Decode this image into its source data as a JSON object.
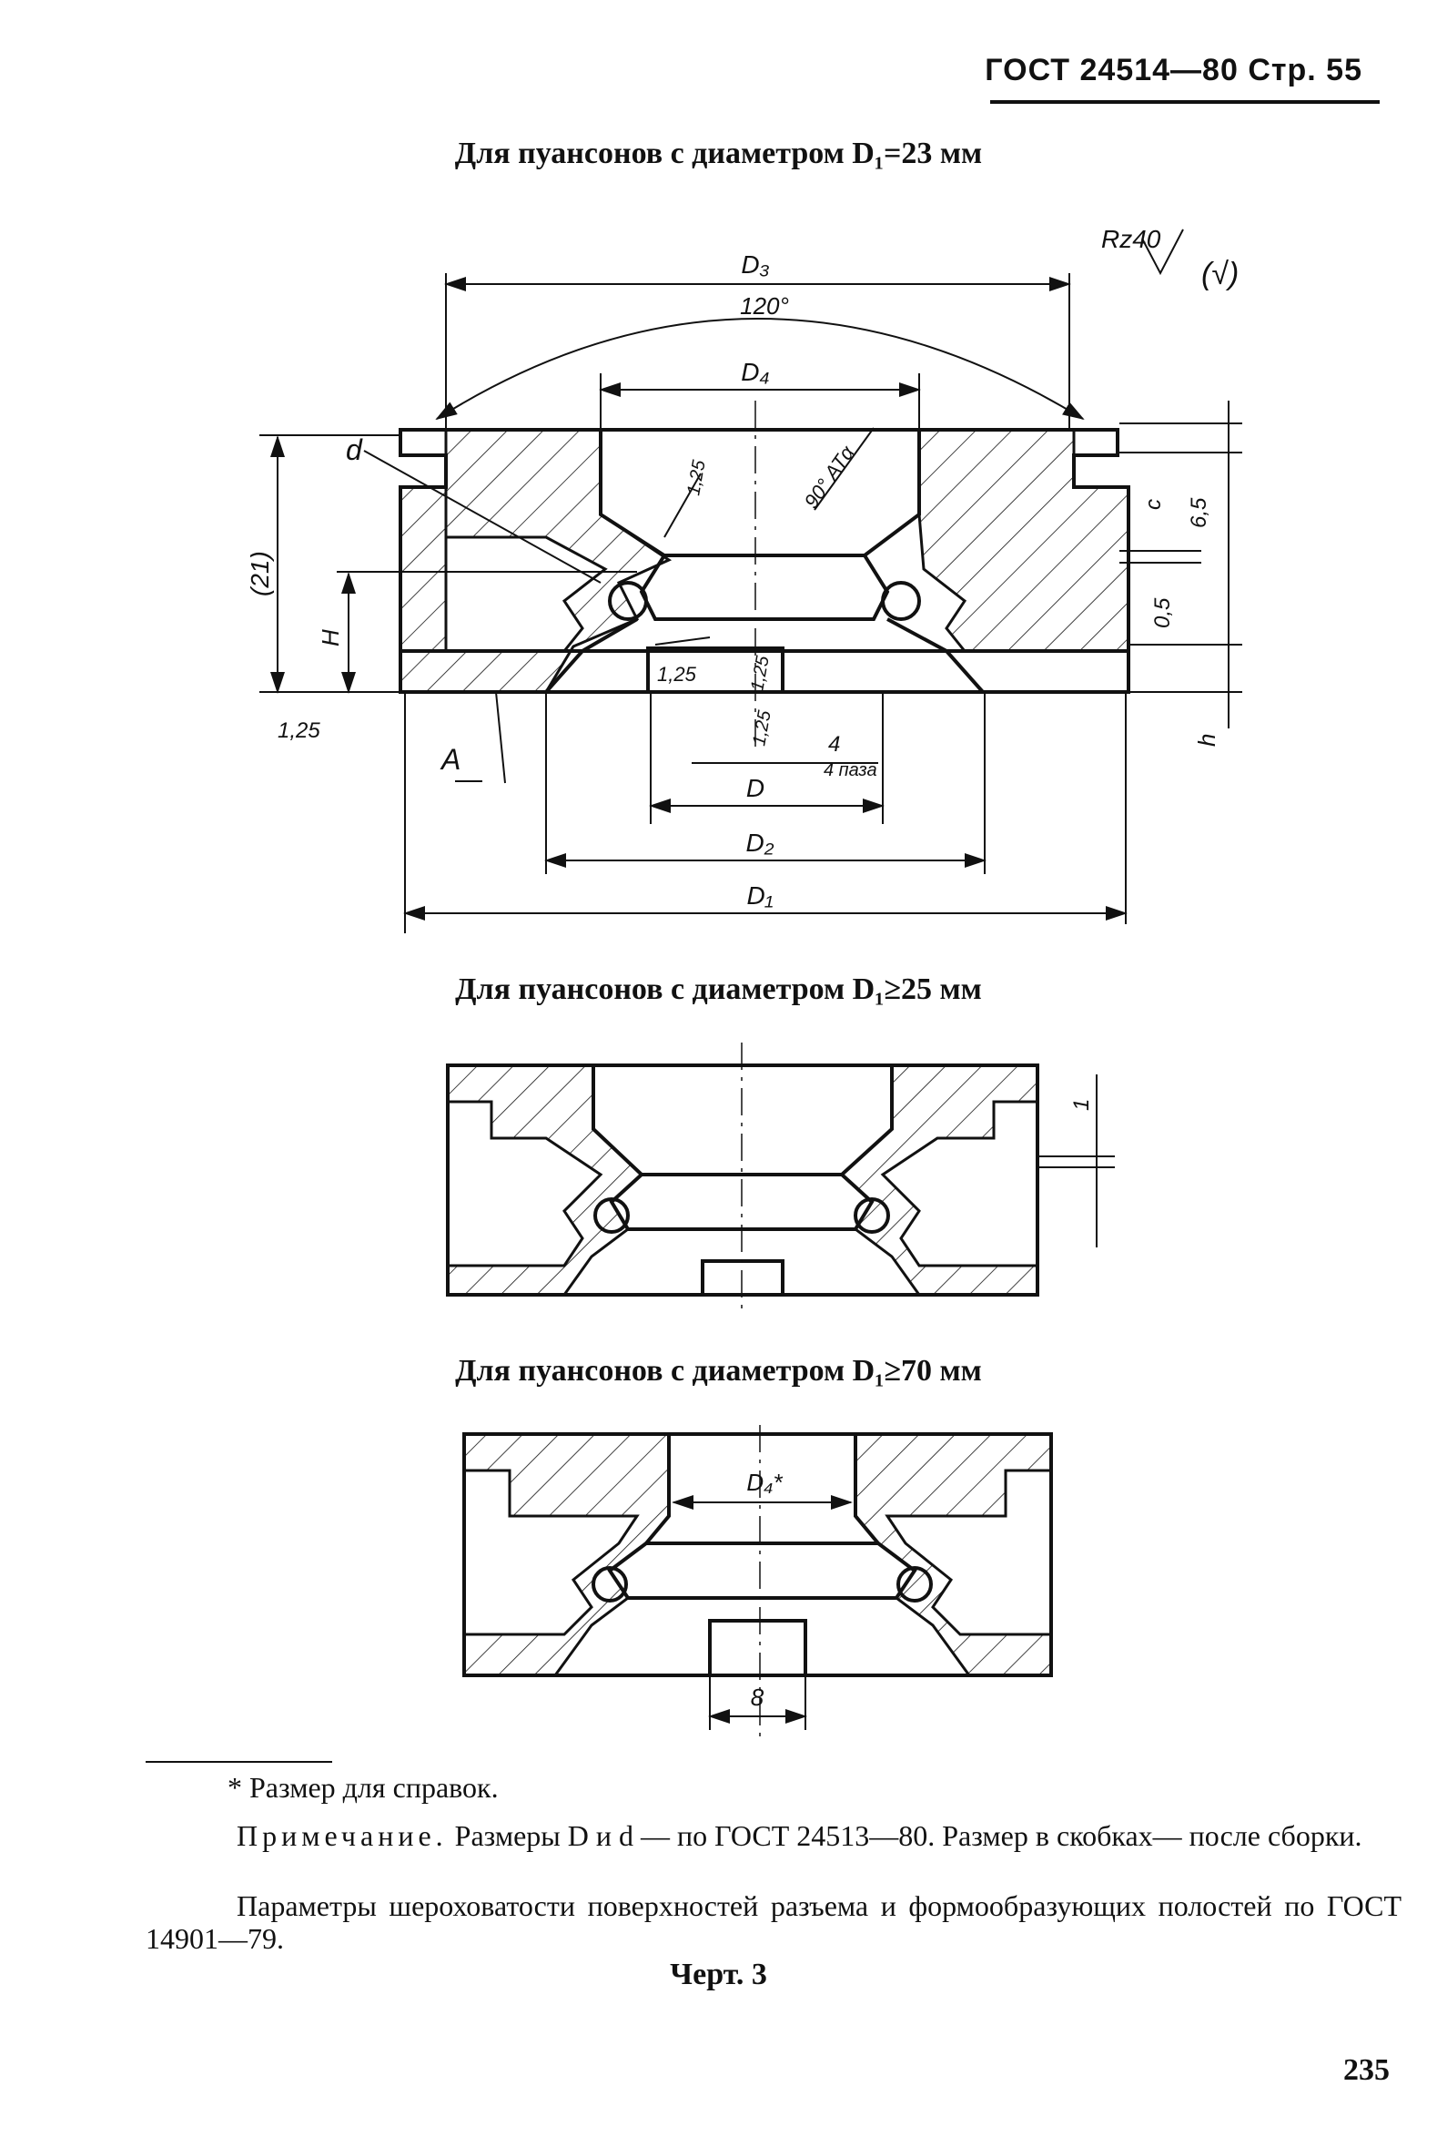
{
  "header": {
    "standard": "ГОСТ 24514—80",
    "page_label": "Стр. 55"
  },
  "captions": {
    "fig1": "Для пуансонов с диаметром D₁=23 мм",
    "fig2": "Для пуансонов с диаметром D₁≥25 мм",
    "fig3": "Для пуансонов с диаметром D₁≥70 мм"
  },
  "fig1_labels": {
    "d3": "D₃",
    "angle120": "120°",
    "d4": "D₄",
    "roughness": "Rz40",
    "roughness_paren": "(√)",
    "d_small": "d",
    "r125_a": "1,25",
    "angle90": "90° ATα",
    "c": "c",
    "dim65": "6,5",
    "dim21": "(21)",
    "h_big": "H",
    "dim05": "0,5",
    "r125_b": "1,25",
    "r125_c": "1,25",
    "r125_d": "1,25",
    "r125_e": "1,25",
    "slot4": "4",
    "slot4_note": "4 паза",
    "d": "D",
    "d2": "D₂",
    "d1": "D₁",
    "a": "A",
    "h_small": "h"
  },
  "fig2_labels": {
    "dim1": "1"
  },
  "fig3_labels": {
    "d4star": "D₄*",
    "dim8": "8"
  },
  "footnote": "* Размер для справок.",
  "notes": {
    "note1_lead": "Примечание.",
    "note1_text": " Размеры D и d — по ГОСТ 24513—80. Размер в скобках— после сборки.",
    "note2": "Параметры шероховатости поверхностей разъема и формообразующих полостей по ГОСТ 14901—79."
  },
  "figure_label": "Черт. 3",
  "page_number": "235"
}
